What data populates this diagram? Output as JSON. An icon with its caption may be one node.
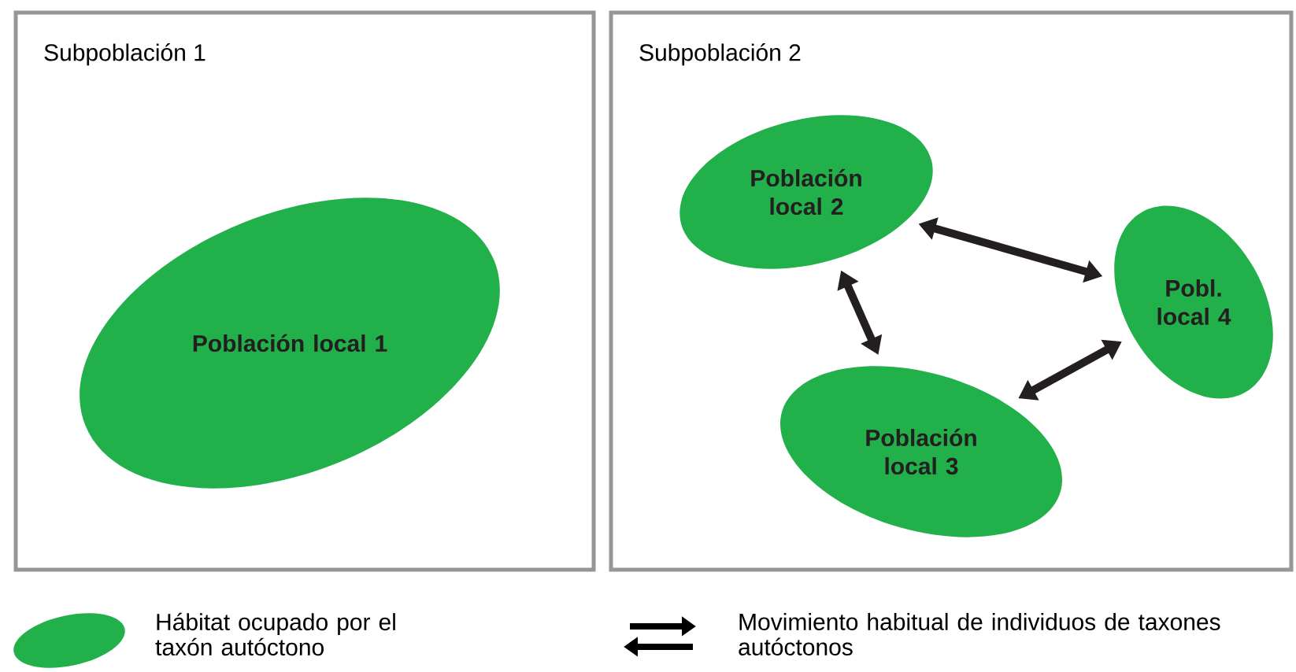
{
  "diagram": {
    "nodes": [
      {
        "text": [
          "Subpoblación 1"
        ]
      },
      {
        "text": [
          "Población local 1"
        ],
        "in": 0
      },
      {
        "text": [
          "Subpoblación 2"
        ]
      },
      {
        "text": [
          "Población local 2"
        ],
        "in": 2
      },
      {
        "text": [
          "Población local 3"
        ],
        "in": 2
      },
      {
        "text": [
          "Pobl. local 4"
        ],
        "in": 2
      }
    ],
    "edges": [
      {
        "from": 3,
        "to": 5,
        "arrow": "both"
      },
      {
        "from": 3,
        "to": 4,
        "arrow": "both"
      },
      {
        "from": 4,
        "to": 5,
        "arrow": "both"
      }
    ],
    "legend": [
      {
        "text": "Hábitat ocupado por el taxón autóctono",
        "color": "#22b04b"
      },
      {
        "text": "Movimiento habitual de individuos de taxones autóctonos"
      }
    ]
  }
}
